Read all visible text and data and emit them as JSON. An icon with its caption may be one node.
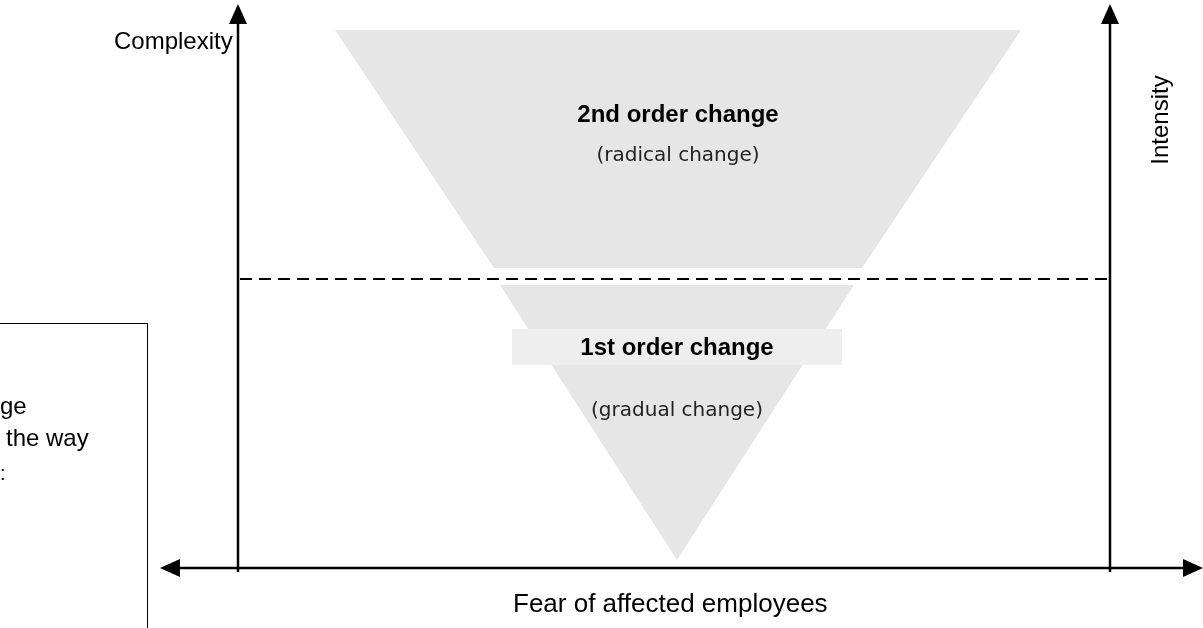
{
  "diagram": {
    "nodes": [
      {
        "text": [
          "ge",
          "the way",
          ":"
        ]
      },
      {
        "text": [
          "2nd order change",
          "(radical change)"
        ]
      },
      {
        "text": [
          "1st order change",
          "(gradual change)"
        ]
      }
    ],
    "edges": [],
    "labels": [
      "Complexity",
      "Intensity",
      "Fear of affected employees"
    ]
  }
}
